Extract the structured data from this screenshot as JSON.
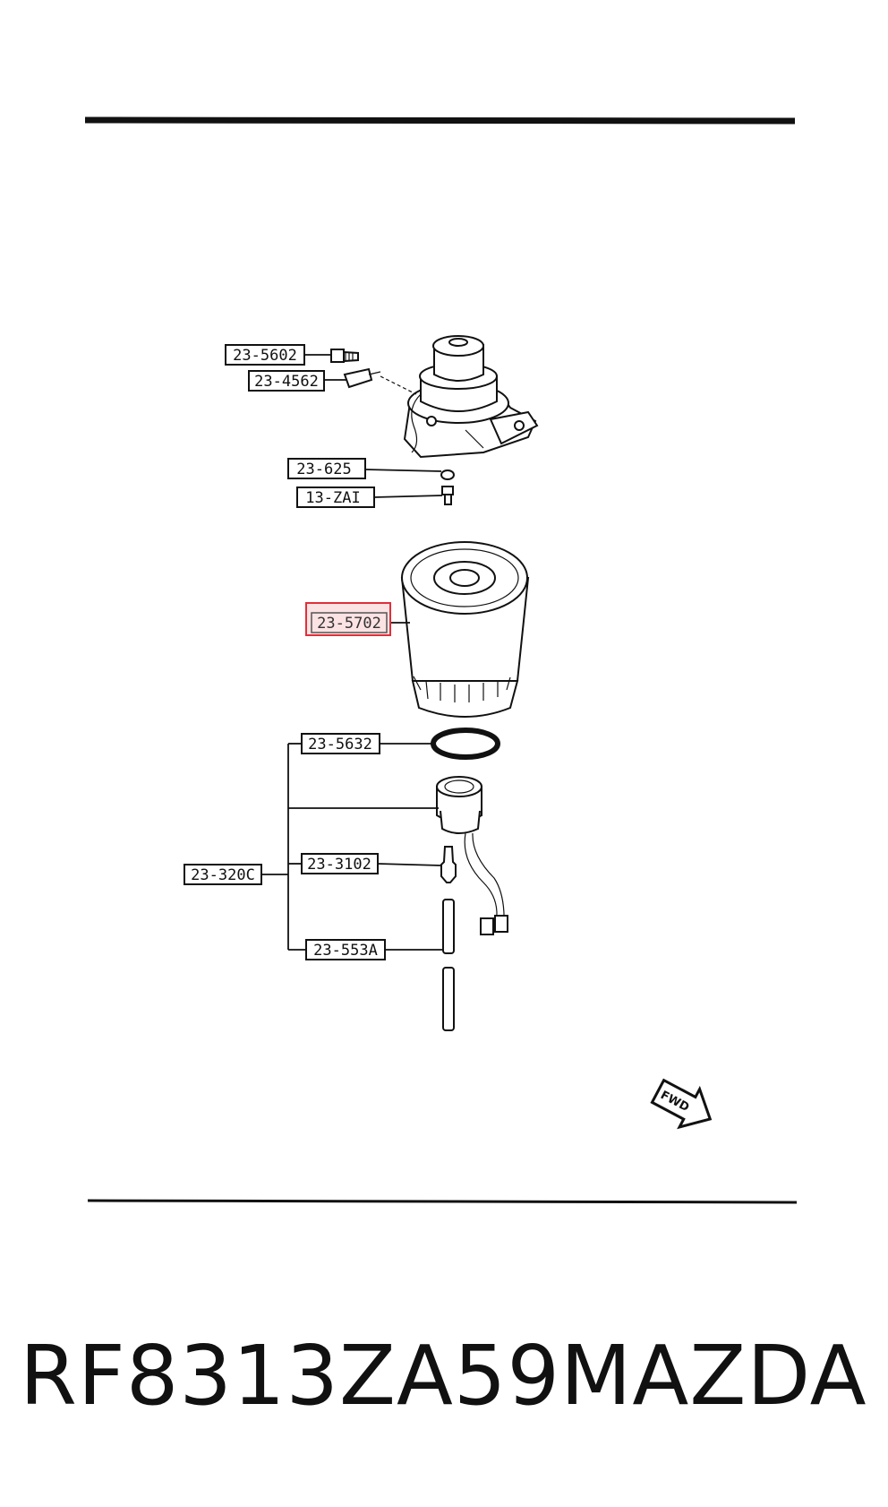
{
  "labels": {
    "l5602": "23-5602",
    "l4562": "23-4562",
    "l625": "23-625",
    "l13zai": "13-ZAI",
    "l5702": "23-5702",
    "l5632": "23-5632",
    "l320c": "23-320C",
    "l3102": "23-3102",
    "l553a": "23-553A"
  },
  "fwd_label": "FWD",
  "caption": {
    "part_number": "RF8313ZA59",
    "brand": "MAZDA"
  },
  "colors": {
    "highlight": "#e0303a",
    "line": "#111111"
  }
}
